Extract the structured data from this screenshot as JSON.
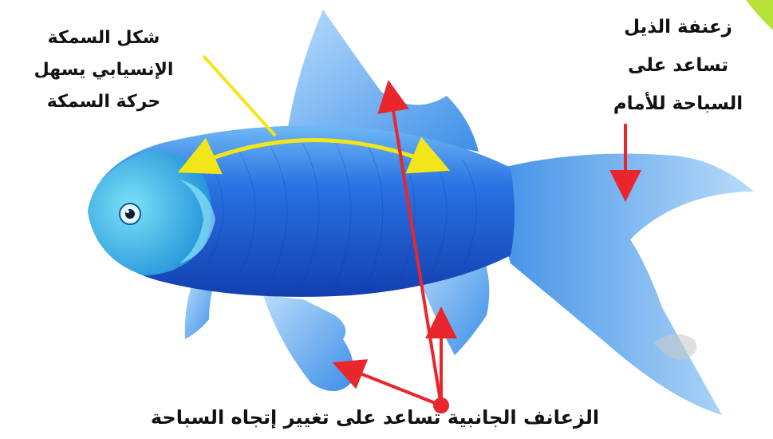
{
  "labels": {
    "shape": {
      "line1": "شكل السمكة",
      "line2": "الإنسيابي يسهل",
      "line3": "حركة السمكة"
    },
    "tail_fin": {
      "line1": "زعنفة الذيل",
      "line2": "تساعد على",
      "line3": "السباحة للأمام"
    },
    "side_fins": "الزعانف الجانبية تساعد على تغيير إتجاه السباحة"
  },
  "colors": {
    "fish_body": "#1f5fd6",
    "fish_fins": "#6fb0f0",
    "fish_head": "#38b8e8",
    "pointer_yellow": "#f2e61a",
    "pointer_red": "#e8262b"
  }
}
